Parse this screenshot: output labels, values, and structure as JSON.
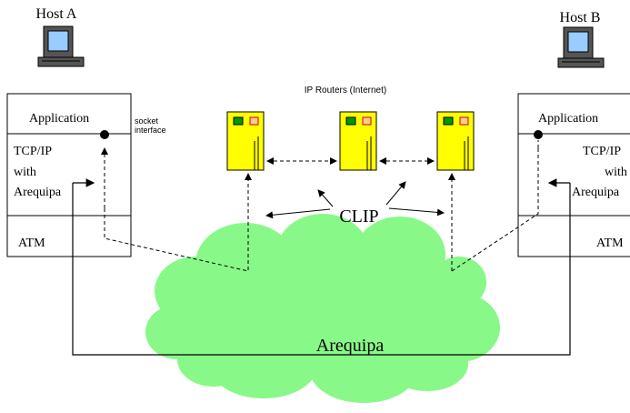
{
  "host_a": {
    "title": "Host A",
    "layers": {
      "application": "Application",
      "tcpip_line1": "TCP/IP",
      "tcpip_line2": "with",
      "tcpip_line3": "Arequipa",
      "atm": "ATM"
    }
  },
  "host_b": {
    "title": "Host B",
    "layers": {
      "application": "Application",
      "tcpip_line1": "TCP/IP",
      "tcpip_line2": "with",
      "tcpip_line3": "Arequipa",
      "atm": "ATM"
    }
  },
  "socket_interface": {
    "line1": "socket",
    "line2": "interface"
  },
  "routers": {
    "title": "IP Routers (Internet)",
    "count": 3
  },
  "clip_label": "CLIP",
  "cloud_label": "Arequipa",
  "colors": {
    "cloud": "#88f888",
    "router_body": "#ffff00",
    "router_led_green": "#009900",
    "router_led_red": "#ffcc99",
    "monitor_screen": "#99ccff",
    "line": "#000000"
  }
}
